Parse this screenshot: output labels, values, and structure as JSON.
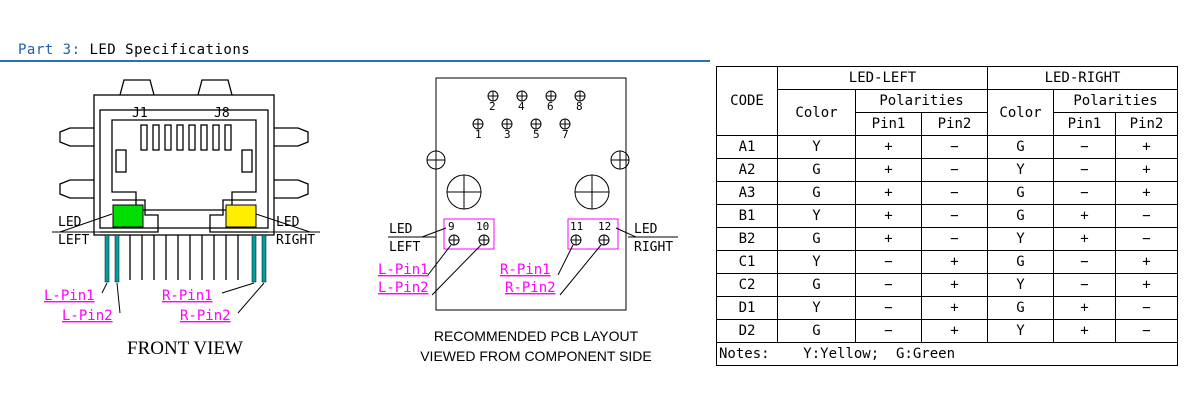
{
  "header": {
    "prefix": "Part 3:",
    "title": "LED Specifications"
  },
  "front_view": {
    "j1": "J1",
    "j8": "J8",
    "led_left": [
      "LED",
      "LEFT"
    ],
    "led_right": [
      "LED",
      "RIGHT"
    ],
    "l_pin1": "L-Pin1",
    "l_pin2": "L-Pin2",
    "r_pin1": "R-Pin1",
    "r_pin2": "R-Pin2",
    "caption": "FRONT VIEW",
    "colors": {
      "left_led": "#00dd00",
      "right_led": "#ffee00",
      "pin_label": "#ff00ff",
      "pin": "#00a0a0"
    }
  },
  "pcb": {
    "pins_top": [
      "2",
      "4",
      "6",
      "8"
    ],
    "pins_bottom": [
      "1",
      "3",
      "5",
      "7"
    ],
    "pin9": "9",
    "pin10": "10",
    "pin11": "11",
    "pin12": "12",
    "led_left": [
      "LED",
      "LEFT"
    ],
    "led_right": [
      "LED",
      "RIGHT"
    ],
    "l_pin1": "L-Pin1",
    "l_pin2": "L-Pin2",
    "r_pin1": "R-Pin1",
    "r_pin2": "R-Pin2",
    "caption": [
      "RECOMMENDED PCB LAYOUT",
      "VIEWED FROM COMPONENT SIDE"
    ]
  },
  "table": {
    "code_header": "CODE",
    "led_left": "LED-LEFT",
    "led_right": "LED-RIGHT",
    "color": "Color",
    "polarities": "Polarities",
    "pin1": "Pin1",
    "pin2": "Pin2",
    "rows": [
      [
        "A1",
        "Y",
        "+",
        "−",
        "G",
        "−",
        "+"
      ],
      [
        "A2",
        "G",
        "+",
        "−",
        "Y",
        "−",
        "+"
      ],
      [
        "A3",
        "G",
        "+",
        "−",
        "G",
        "−",
        "+"
      ],
      [
        "B1",
        "Y",
        "+",
        "−",
        "G",
        "+",
        "−"
      ],
      [
        "B2",
        "G",
        "+",
        "−",
        "Y",
        "+",
        "−"
      ],
      [
        "C1",
        "Y",
        "−",
        "+",
        "G",
        "−",
        "+"
      ],
      [
        "C2",
        "G",
        "−",
        "+",
        "Y",
        "−",
        "+"
      ],
      [
        "D1",
        "Y",
        "−",
        "+",
        "G",
        "+",
        "−"
      ],
      [
        "D2",
        "G",
        "−",
        "+",
        "Y",
        "+",
        "−"
      ]
    ],
    "notes": "Notes:    Y:Yellow;  G:Green"
  }
}
